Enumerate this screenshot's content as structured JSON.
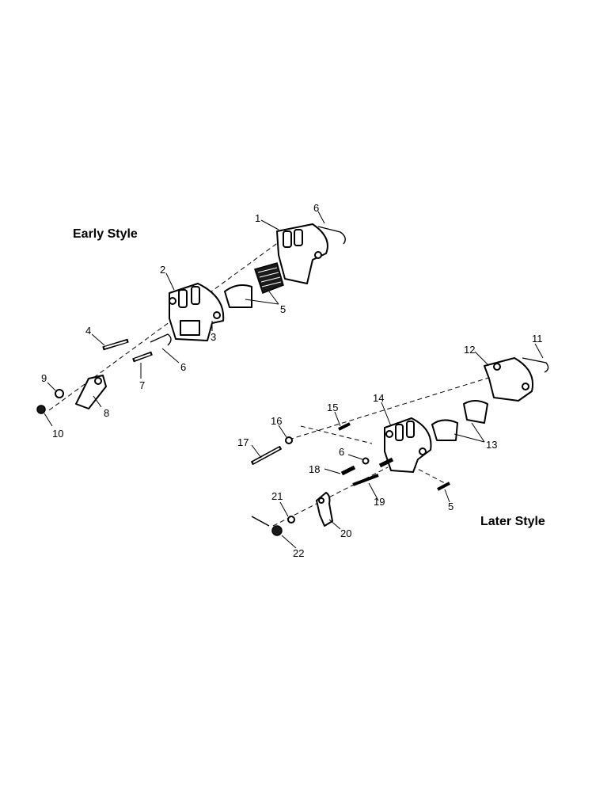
{
  "headings": {
    "early": "Early Style",
    "later": "Later Style"
  },
  "callouts": {
    "c1": "1",
    "c2": "2",
    "c3": "3",
    "c4": "4",
    "c5a": "5",
    "c6a": "6",
    "c6b": "6",
    "c7": "7",
    "c8": "8",
    "c9": "9",
    "c10": "10",
    "c11": "11",
    "c12": "12",
    "c13": "13",
    "c14": "14",
    "c15": "15",
    "c16": "16",
    "c17": "17",
    "c18": "18",
    "c6c": "6",
    "c19": "19",
    "c5b": "5",
    "c20": "20",
    "c21": "21",
    "c22": "22"
  }
}
